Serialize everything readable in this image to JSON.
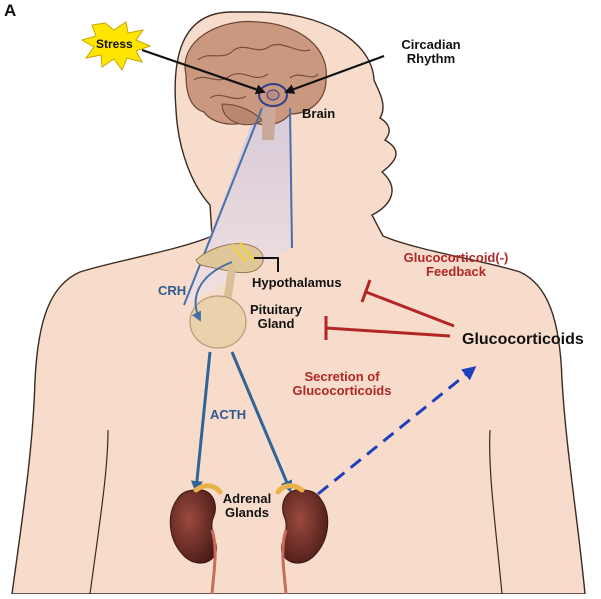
{
  "panel_letter": "A",
  "labels": {
    "stress": "Stress",
    "circadian_line1": "Circadian",
    "circadian_line2": "Rhythm",
    "brain": "Brain",
    "hypothalamus": "Hypothalamus",
    "pituitary_line1": "Pituitary",
    "pituitary_line2": "Gland",
    "crh": "CRH",
    "acth": "ACTH",
    "adrenal_line1": "Adrenal",
    "adrenal_line2": "Glands",
    "feedback_line1": "Glucocorticoid(-)",
    "feedback_line2": "Feedback",
    "secretion_line1": "Secretion of",
    "secretion_line2": "Glucocorticoids",
    "glucocorticoids": "Glucocorticoids"
  },
  "colors": {
    "skin": "#f7dccb",
    "skin_outline": "#3a2a22",
    "brain": "#c9987f",
    "crh_line": "#4a6ea8",
    "acth_arrow": "#2f6497",
    "feedback": "#b32626",
    "secretion_arrow": "#1f3fbf",
    "stress_star": "#ffe600",
    "kidney": "#6b2a24"
  }
}
